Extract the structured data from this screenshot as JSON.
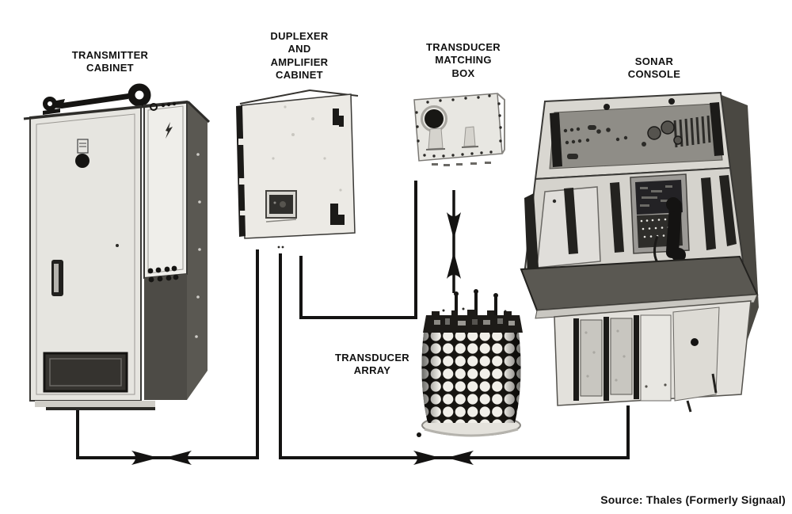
{
  "figure_type": "sonar-system-block-diagram",
  "palette": {
    "ink": "#161616",
    "paper": "#ffffff",
    "light_gray": "#e6e5e0",
    "mid_gray": "#9a9893",
    "dark_gray": "#4a4842",
    "black": "#1b1a18"
  },
  "components": [
    {
      "id": "transmitter-cabinet",
      "label": "TRANSMITTER\nCABINET"
    },
    {
      "id": "duplexer-and-amplifier-cabinet",
      "label": "DUPLEXER\nAND\nAMPLIFIER\nCABINET"
    },
    {
      "id": "transducer-matching-box",
      "label": "TRANSDUCER\nMATCHING\nBOX"
    },
    {
      "id": "sonar-console",
      "label": "SONAR\nCONSOLE"
    },
    {
      "id": "transducer-array",
      "label": "TRANSDUCER\nARRAY"
    }
  ],
  "connections": [
    {
      "from": "transmitter-cabinet",
      "to": "duplexer-and-amplifier-cabinet",
      "style": "facing-arrows"
    },
    {
      "from": "duplexer-and-amplifier-cabinet",
      "to": "sonar-console",
      "style": "facing-arrows"
    },
    {
      "from": "duplexer-and-amplifier-cabinet",
      "to": "transducer-matching-box",
      "style": "plain"
    },
    {
      "from": "transducer-matching-box",
      "to": "transducer-array",
      "style": "facing-arrows"
    }
  ],
  "source_credit": "Source: Thales (Formerly Signaal)"
}
